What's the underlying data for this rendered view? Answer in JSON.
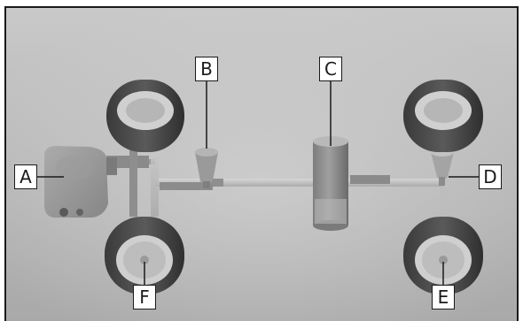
{
  "diagram": {
    "callouts": {
      "a": "A",
      "b": "B",
      "c": "C",
      "d": "D",
      "e": "E",
      "f": "F"
    }
  }
}
